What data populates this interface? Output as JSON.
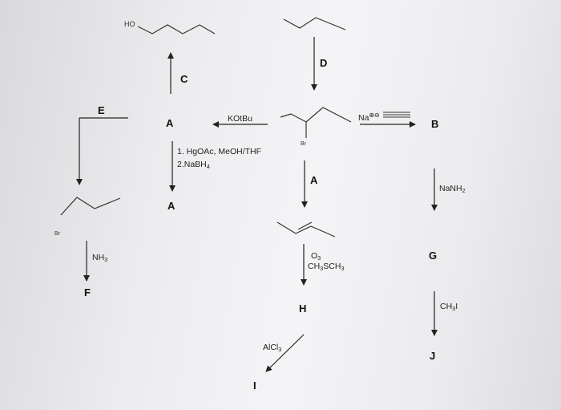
{
  "labels": {
    "C": "C",
    "D": "D",
    "E": "E",
    "A_left": "A",
    "B": "B",
    "A_bottom": "A",
    "A_mid": "A",
    "G": "G",
    "F": "F",
    "H": "H",
    "J": "J",
    "I": "I"
  },
  "reagents": {
    "kotbu": "KOtBu",
    "hgoac": "1. HgOAc, MeOH/THF",
    "nabh4_prefix": "2.NaBH",
    "nabh4_sub": "4",
    "nanh2_prefix": "NaNH",
    "nanh2_sub": "2",
    "nh3_prefix": "NH",
    "nh3_sub": "3",
    "o3_prefix": "O",
    "o3_sub": "3",
    "ch3sch3_a": "CH",
    "ch3sch3_b": "3",
    "ch3sch3_c": "SCH",
    "ch3sch3_d": "3",
    "ch3i_prefix": "CH",
    "ch3i_sub": "3",
    "ch3i_suffix": "I",
    "alcl3_prefix": "AlCl",
    "alcl3_sub": "3",
    "na": "Na",
    "charges": "⊕⊖"
  },
  "atoms": {
    "ho": "HO",
    "br_mid": "Br",
    "br_left": "Br"
  }
}
